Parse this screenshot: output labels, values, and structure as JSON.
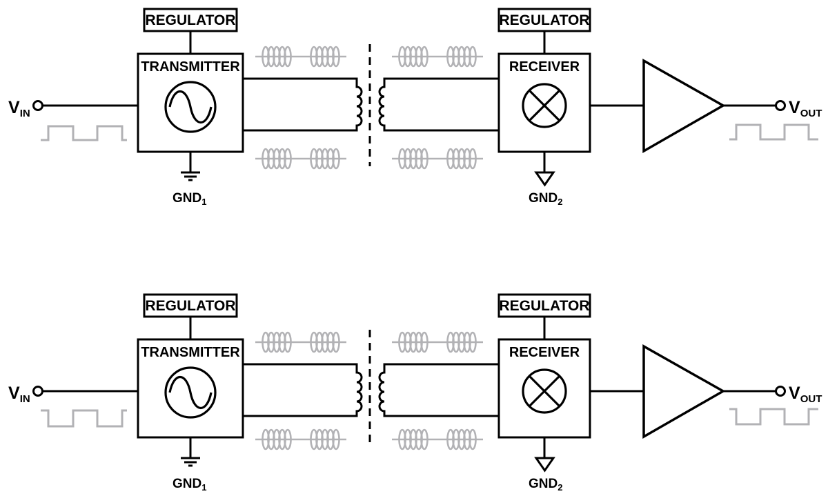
{
  "background": "#ffffff",
  "colors": {
    "line": "#000000",
    "signal_gray": "#b2b2b5"
  },
  "diagrams": [
    {
      "name": "isolated-signal-chain-top",
      "waveform_phase": "non-inverted",
      "labels": {
        "regulator_left": "REGULATOR",
        "regulator_right": "REGULATOR",
        "transmitter": "TRANSMITTER",
        "receiver": "RECEIVER",
        "vin_main": "V",
        "vin_sub": "IN",
        "vout_main": "V",
        "vout_sub": "OUT",
        "gnd1_main": "GND",
        "gnd1_sub": "1",
        "gnd2_main": "GND",
        "gnd2_sub": "2"
      }
    },
    {
      "name": "isolated-signal-chain-bottom",
      "waveform_phase": "inverted",
      "labels": {
        "regulator_left": "REGULATOR",
        "regulator_right": "REGULATOR",
        "transmitter": "TRANSMITTER",
        "receiver": "RECEIVER",
        "vin_main": "V",
        "vin_sub": "IN",
        "vout_main": "V",
        "vout_sub": "OUT",
        "gnd1_main": "GND",
        "gnd1_sub": "1",
        "gnd2_main": "GND",
        "gnd2_sub": "2"
      }
    }
  ]
}
